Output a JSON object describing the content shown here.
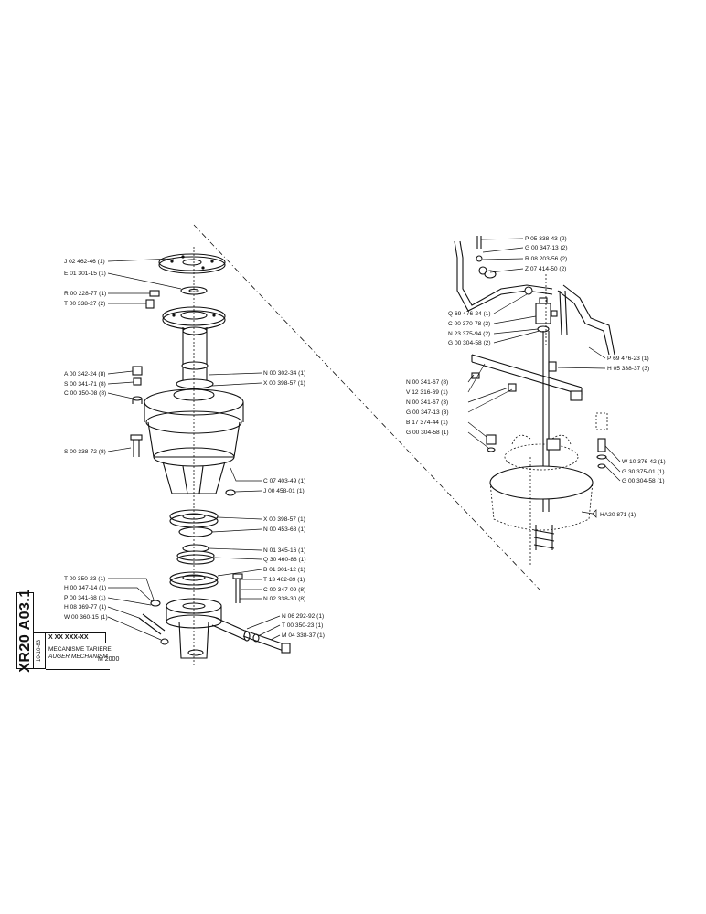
{
  "left_assembly": {
    "labels_left": [
      "J 02 462-46 (1)",
      "E 01 301-15 (1)",
      "R 00 228-77 (1)",
      "T 00 338-27 (2)",
      "A 00 342-24 (8)",
      "S 00 341-71 (8)",
      "C 00 350-08 (8)",
      "S 00 338-72 (8)",
      "T 00 350-23 (1)",
      "H 00 347-14 (1)",
      "P 00 341-68 (1)",
      "H 08 369-77 (1)",
      "W 00 360-15 (1)"
    ],
    "labels_right": [
      "N 00 302-34 (1)",
      "X 00 398-57 (1)",
      "C 07 403-49 (1)",
      "J 00 458-01 (1)",
      "X 00 398-57 (1)",
      "N 00 453-68 (1)",
      "N 01 345-16 (1)",
      "Q 30 460-88 (1)",
      "B 01 301-12 (1)",
      "T 13 462-89 (1)",
      "C 00 347-09 (8)",
      "N 02 338-30 (8)",
      "N 06 292-92 (1)",
      "T 00 350-23 (1)",
      "M 04 338-37 (1)"
    ]
  },
  "right_assembly": {
    "labels_top": [
      "P 05 338-43 (2)",
      "G 00 347-13 (2)",
      "R 08 203-56 (2)",
      "Z 07 414-50 (2)"
    ],
    "labels_mid": [
      "Q 69 476-24 (1)",
      "C 00 370-78 (2)",
      "N 23 375-94 (2)",
      "G 00 304-58 (2)"
    ],
    "labels_right": [
      "P 69 476-23 (1)",
      "H 05 338-37 (3)"
    ],
    "labels_left": [
      "N 00 341-67 (8)",
      "V 12 316-69 (1)",
      "N 00 341-67 (3)",
      "G 00 347-13 (3)",
      "B 17 374-44 (1)",
      "G 00 304-58 (1)"
    ],
    "labels_lower_right": [
      "W 10 376-42 (1)",
      "G 30 375-01 (1)",
      "G 00 304-58 (1)"
    ],
    "assembly_ref": "HA20 871 (1)"
  },
  "title_block": {
    "code": "XR20 A03.1",
    "date": "10-10-83",
    "ref": "X XX XXX-XX",
    "title_fr": "MECANISME TARIERE",
    "title_en": "AUGER MECHANISM",
    "model": "M 2000"
  }
}
